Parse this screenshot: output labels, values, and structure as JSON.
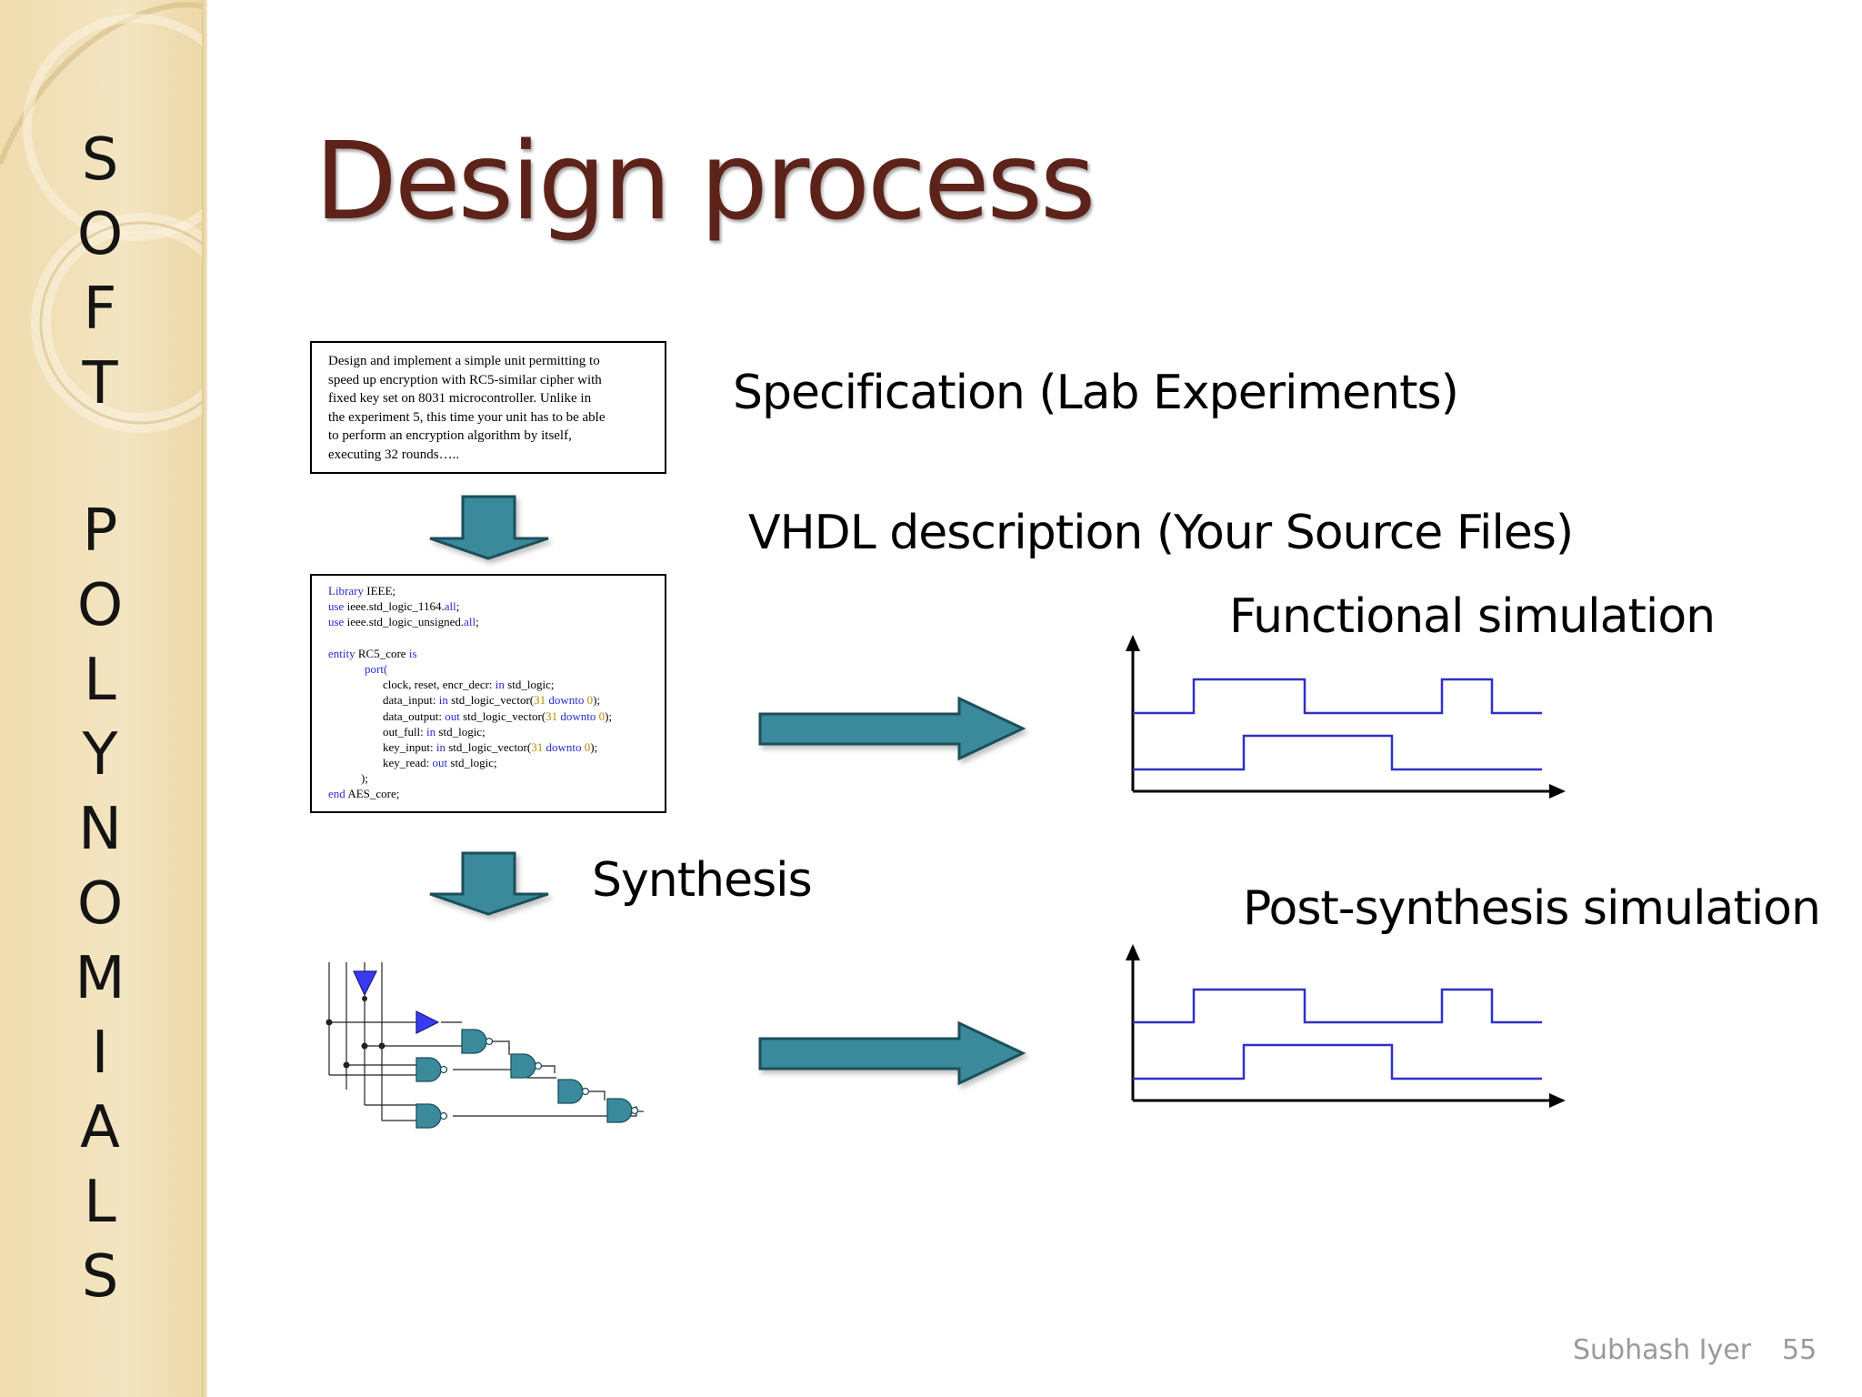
{
  "sidebar": {
    "letters": [
      "S",
      "O",
      "F",
      "T",
      "P",
      "O",
      "L",
      "Y",
      "N",
      "O",
      "M",
      "I",
      "A",
      "L",
      "S"
    ]
  },
  "slide": {
    "title": "Design process",
    "labels": {
      "specification": "Specification (Lab Experiments)",
      "vhdl": "VHDL description (Your Source Files)",
      "functional_sim": "Functional simulation",
      "synthesis": "Synthesis",
      "post_synthesis_sim": "Post-synthesis simulation"
    },
    "spec_text": [
      "Design and implement a simple unit permitting to",
      "speed up encryption with RC5-similar cipher with",
      "fixed key set on 8031 microcontroller. Unlike in",
      "the experiment 5, this time your unit has to be able",
      "to perform an encryption algorithm by itself,",
      "executing 32 rounds….."
    ],
    "code": {
      "line1_kw": "Library",
      "line1_rest": " IEEE;",
      "line2_kw": "use",
      "line2_mid": " ieee.std_logic_1164.",
      "line2_all": "all",
      "line2_end": ";",
      "line3_kw": "use",
      "line3_mid": " ieee.std_logic_unsigned.",
      "line3_all": "all",
      "line3_end": ";",
      "line5_kw": "entity",
      "line5_mid": " RC5_core ",
      "line5_is": "is",
      "line6_port": "port(",
      "line7_a": "clock, reset, encr_decr: ",
      "line7_in": "in",
      "line7_b": " std_logic;",
      "line8_a": "data_input: ",
      "line8_in": "in",
      "line8_b": " std_logic_vector(",
      "line8_n1": "31",
      "line8_dt": " downto ",
      "line8_n2": "0",
      "line8_end": ");",
      "line9_a": "data_output: ",
      "line9_out": "out",
      "line9_b": " std_logic_vector(",
      "line9_n1": "31",
      "line9_dt": " downto ",
      "line9_n2": "0",
      "line9_end": ");",
      "line10_a": "out_full: ",
      "line10_in": "in",
      "line10_b": " std_logic;",
      "line11_a": "key_input: ",
      "line11_in": "in",
      "line11_b": " std_logic_vector(",
      "line11_n1": "31",
      "line11_dt": " downto ",
      "line11_n2": "0",
      "line11_end": ");",
      "line12_a": "key_read: ",
      "line12_out": "out",
      "line12_b": " std_logic;",
      "line13": ");",
      "line14_kw": "end",
      "line14_rest": " AES_core;"
    }
  },
  "footer": {
    "author": "Subhash Iyer",
    "page": "55"
  },
  "colors": {
    "title": "#5d2219",
    "arrow_fill": "#3a8a9c",
    "waveform": "#3030c8",
    "keyword": "#2b2bcc",
    "number": "#b58a00",
    "gate_fill": "#3a8a9c",
    "buffer_fill": "#3a3af0"
  }
}
